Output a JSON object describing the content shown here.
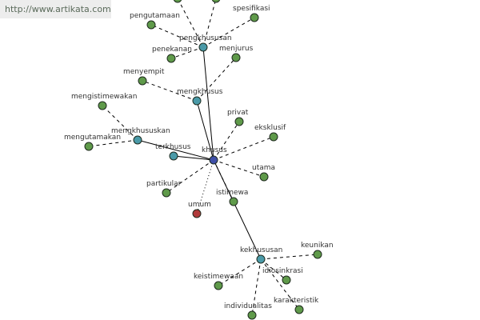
{
  "site": {
    "url": "http://www.artikata.com"
  },
  "colors": {
    "synonym": "#5f9a4a",
    "center": "#3f4fa8",
    "antonym": "#b03a3a",
    "hub": "#4a9aa8"
  },
  "nodes": [
    {
      "id": "khusus",
      "label": "khusus",
      "kind": "center"
    },
    {
      "id": "pengkhususan",
      "label": "pengkhususan",
      "kind": "hub"
    },
    {
      "id": "mengkhusus",
      "label": "mengkhusus",
      "kind": "hub"
    },
    {
      "id": "mengkhususkan",
      "label": "mengkhususkan",
      "kind": "hub"
    },
    {
      "id": "terkhusus",
      "label": "terkhusus",
      "kind": "hub"
    },
    {
      "id": "kekhususan",
      "label": "kekhususan",
      "kind": "hub"
    },
    {
      "id": "top-a",
      "label": "",
      "kind": "synonym"
    },
    {
      "id": "top-b",
      "label": "",
      "kind": "synonym"
    },
    {
      "id": "pengutamaan",
      "label": "pengutamaan",
      "kind": "synonym"
    },
    {
      "id": "spesifikasi",
      "label": "spesifikasi",
      "kind": "synonym"
    },
    {
      "id": "penekanan",
      "label": "penekanan",
      "kind": "synonym"
    },
    {
      "id": "menjurus",
      "label": "menjurus",
      "kind": "synonym"
    },
    {
      "id": "menyempit",
      "label": "menyempit",
      "kind": "synonym"
    },
    {
      "id": "mengistimewakan",
      "label": "mengistimewakan",
      "kind": "synonym"
    },
    {
      "id": "mengutamakan",
      "label": "mengutamakan",
      "kind": "synonym"
    },
    {
      "id": "privat",
      "label": "privat",
      "kind": "synonym"
    },
    {
      "id": "eksklusif",
      "label": "eksklusif",
      "kind": "synonym"
    },
    {
      "id": "utama",
      "label": "utama",
      "kind": "synonym"
    },
    {
      "id": "partikular",
      "label": "partikular",
      "kind": "synonym"
    },
    {
      "id": "umum",
      "label": "umum",
      "kind": "antonym"
    },
    {
      "id": "istimewa",
      "label": "istimewa",
      "kind": "synonym"
    },
    {
      "id": "keunikan",
      "label": "keunikan",
      "kind": "synonym"
    },
    {
      "id": "idiosinkrasi",
      "label": "idiosinkrasi",
      "kind": "synonym"
    },
    {
      "id": "keistimewaan",
      "label": "keistimewaan",
      "kind": "synonym"
    },
    {
      "id": "individualitas",
      "label": "individualitas",
      "kind": "synonym"
    },
    {
      "id": "karakteristik",
      "label": "karakteristik",
      "kind": "synonym"
    }
  ],
  "edges": [
    {
      "from": "khusus",
      "to": "pengkhususan",
      "style": "solid"
    },
    {
      "from": "khusus",
      "to": "mengkhusus",
      "style": "solid"
    },
    {
      "from": "khusus",
      "to": "mengkhususkan",
      "style": "solid"
    },
    {
      "from": "khusus",
      "to": "terkhusus",
      "style": "solid"
    },
    {
      "from": "khusus",
      "to": "kekhususan",
      "style": "solid"
    },
    {
      "from": "khusus",
      "to": "privat",
      "style": "dashed"
    },
    {
      "from": "khusus",
      "to": "eksklusif",
      "style": "dashed"
    },
    {
      "from": "khusus",
      "to": "utama",
      "style": "dashed"
    },
    {
      "from": "khusus",
      "to": "partikular",
      "style": "dashed"
    },
    {
      "from": "khusus",
      "to": "umum",
      "style": "dotted"
    },
    {
      "from": "khusus",
      "to": "istimewa",
      "style": "dashed"
    },
    {
      "from": "pengkhususan",
      "to": "pengutamaan",
      "style": "dashed"
    },
    {
      "from": "pengkhususan",
      "to": "spesifikasi",
      "style": "dashed"
    },
    {
      "from": "pengkhususan",
      "to": "penekanan",
      "style": "dashed"
    },
    {
      "from": "pengkhususan",
      "to": "top-a",
      "style": "dashed"
    },
    {
      "from": "pengkhususan",
      "to": "top-b",
      "style": "dashed"
    },
    {
      "from": "mengkhusus",
      "to": "menjurus",
      "style": "dashed"
    },
    {
      "from": "mengkhusus",
      "to": "menyempit",
      "style": "dashed"
    },
    {
      "from": "mengkhususkan",
      "to": "mengistimewakan",
      "style": "dashed"
    },
    {
      "from": "mengkhususkan",
      "to": "mengutamakan",
      "style": "dashed"
    },
    {
      "from": "kekhususan",
      "to": "keunikan",
      "style": "dashed"
    },
    {
      "from": "kekhususan",
      "to": "idiosinkrasi",
      "style": "dashed"
    },
    {
      "from": "kekhususan",
      "to": "keistimewaan",
      "style": "dashed"
    },
    {
      "from": "kekhususan",
      "to": "individualitas",
      "style": "dashed"
    },
    {
      "from": "kekhususan",
      "to": "karakteristik",
      "style": "dashed"
    }
  ]
}
